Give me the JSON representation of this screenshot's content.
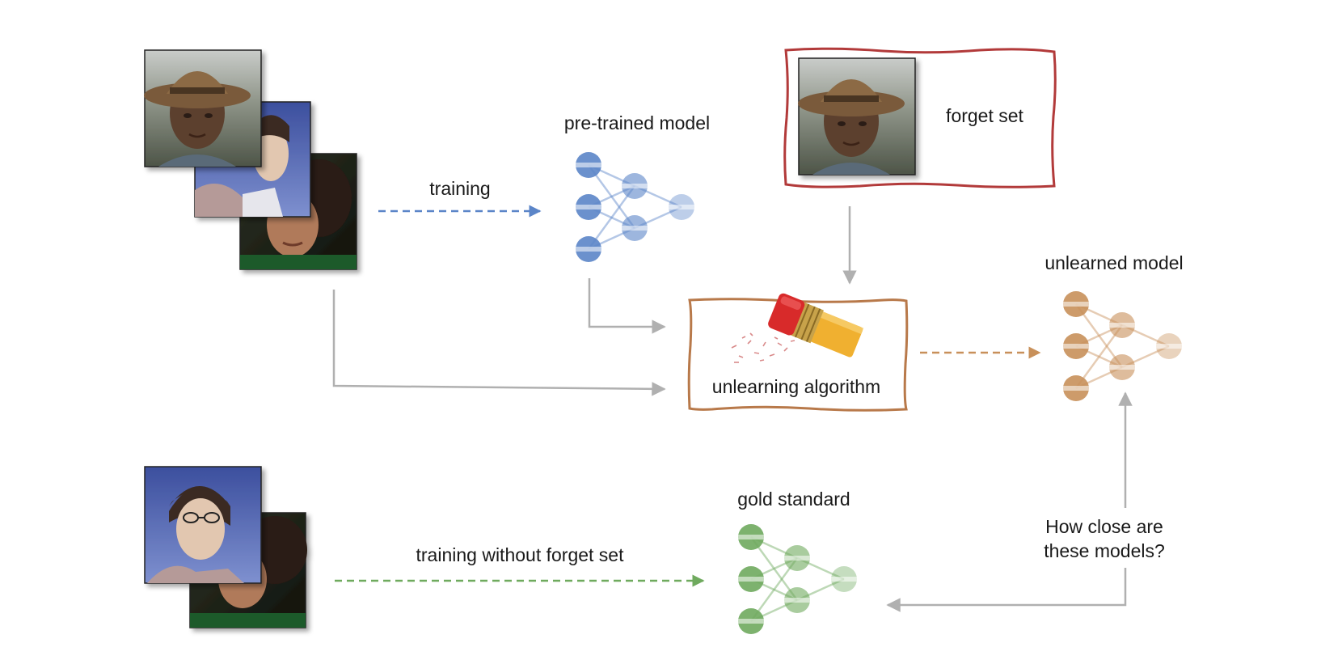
{
  "labels": {
    "training": "training",
    "pretrained_model": "pre-trained model",
    "forget_set": "forget set",
    "unlearned_model": "unlearned model",
    "unlearning_algorithm": "unlearning algorithm",
    "gold_standard": "gold standard",
    "training_without_forget_set": "training without forget set",
    "question_line1": "How close are",
    "question_line2": "these models?"
  },
  "colors": {
    "blue": "#5b85c8",
    "orange": "#c8905a",
    "green": "#6faa5e",
    "gray_arrow": "#b0b0b0",
    "forget_border": "#b23a3a",
    "algo_border": "#b8794a"
  }
}
